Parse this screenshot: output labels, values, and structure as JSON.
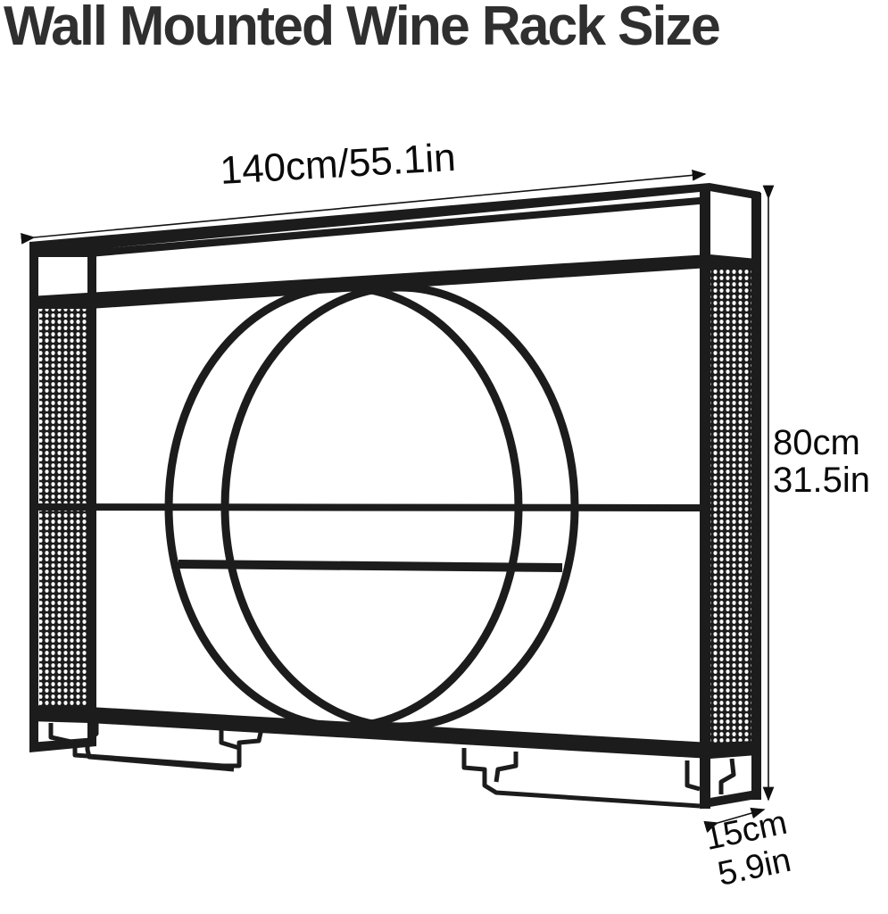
{
  "title": "Wall Mounted Wine Rack Size",
  "dimensions": {
    "width": {
      "label": "140cm/55.1in",
      "cm": 140,
      "in": 55.1
    },
    "height": {
      "label_cm": "80cm",
      "label_in": "31.5in",
      "cm": 80,
      "in": 31.5
    },
    "depth": {
      "label_cm": "15cm",
      "label_in": "5.9in",
      "cm": 15,
      "in": 5.9
    }
  },
  "product": {
    "name": "Wall mounted wine rack",
    "color": "#1c1c1c",
    "features": [
      "double ring frame",
      "3 shelves",
      "mesh side panels",
      "2 stemware glass hangers"
    ]
  }
}
